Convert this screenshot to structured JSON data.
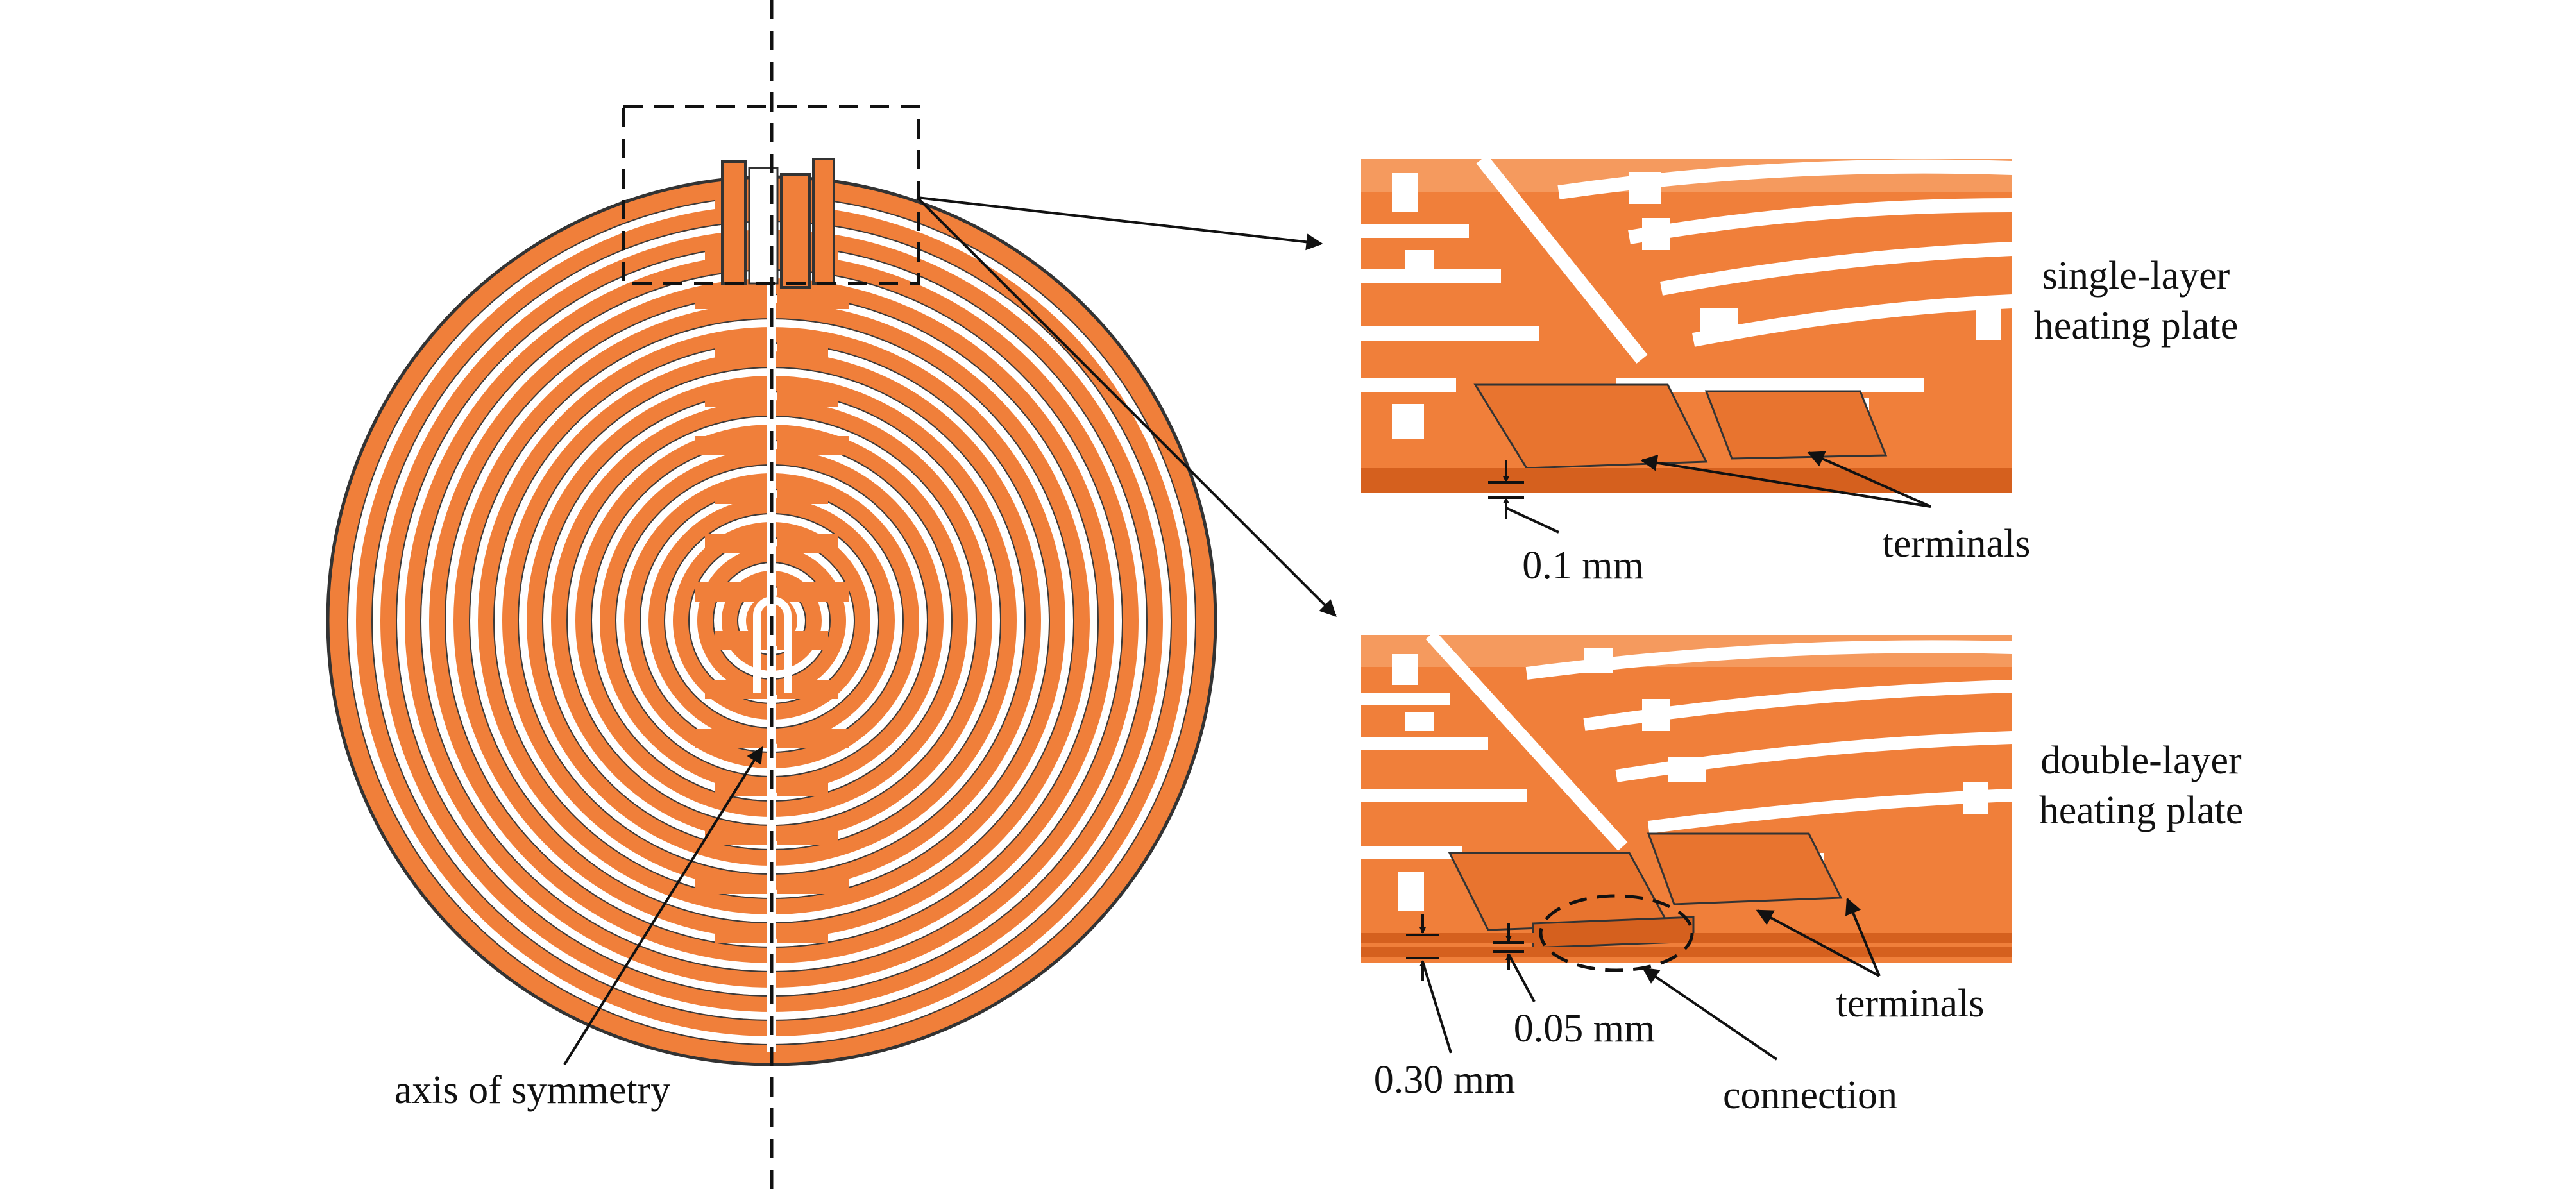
{
  "colors": {
    "copper": "#F07F3A",
    "copper_dark": "#D5601E",
    "copper_light": "#F59A5E",
    "outline": "#333333",
    "gap": "#FFFFFF",
    "line": "#111111"
  },
  "labels": {
    "single_layer": {
      "line1": "single-layer",
      "line2": "heating plate"
    },
    "double_layer": {
      "line1": "double-layer",
      "line2": "heating plate"
    },
    "terminals_top": "terminals",
    "terminals_bottom": "terminals",
    "thickness_single": "0.1 mm",
    "thickness_layer": "0.05 mm",
    "thickness_total": "0.30 mm",
    "connection": "connection",
    "axis_of_symmetry": "axis of symmetry"
  }
}
